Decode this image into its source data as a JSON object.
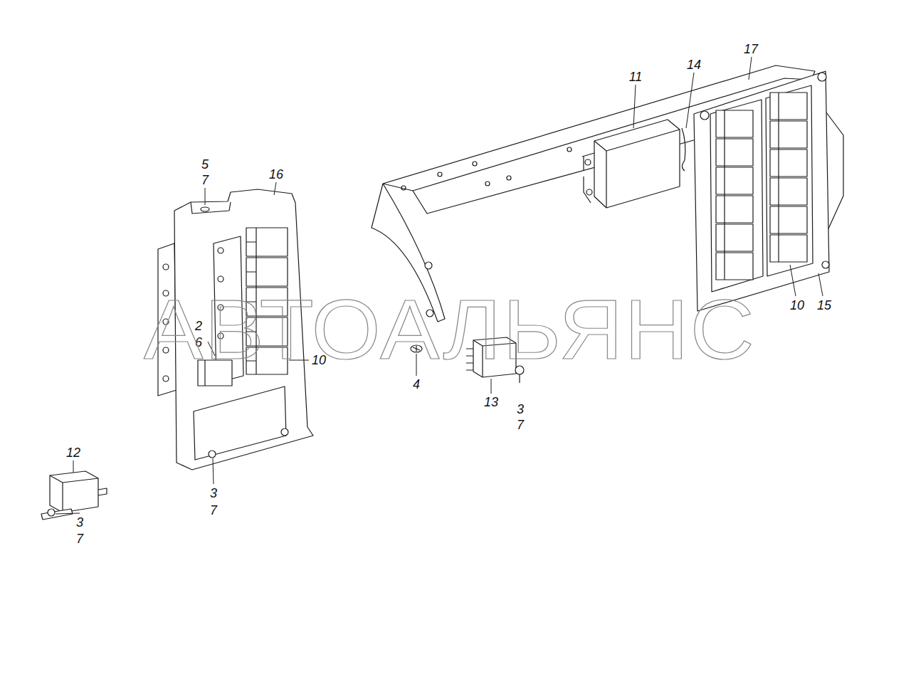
{
  "diagram": {
    "labels": [
      "17",
      "14",
      "11",
      "5",
      "7",
      "16",
      "2",
      "6",
      "10",
      "АВТОАЛЬЯНС",
      "4",
      "13",
      "3",
      "7",
      "10",
      "15",
      "12",
      "3",
      "7",
      "3",
      "7"
    ]
  }
}
